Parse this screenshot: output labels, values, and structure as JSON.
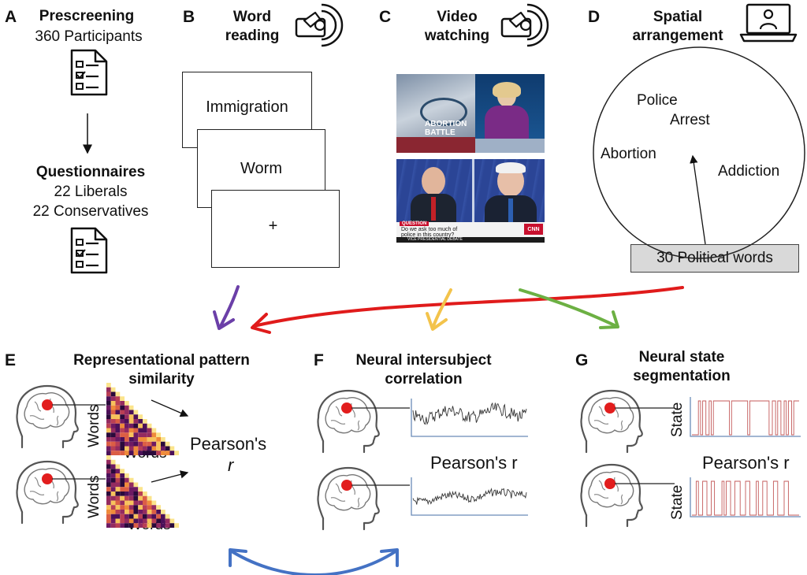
{
  "panels": {
    "a": {
      "letter": "A",
      "title": "Prescreening",
      "count": "360 Participants",
      "q_title": "Questionnaires",
      "q_line1": "22 Liberals",
      "q_line2": "22 Conservatives"
    },
    "b": {
      "letter": "B",
      "title_line1": "Word",
      "title_line2": "reading",
      "card1": "Immigration",
      "card2": "Worm",
      "card3": "+"
    },
    "c": {
      "letter": "C",
      "title_line1": "Video",
      "title_line2": "watching",
      "news_overlay1": "ABORTION",
      "news_overlay2": "BATTLE",
      "debate_question_label": "QUESTION",
      "debate_question_line1": "Do we ask too much of",
      "debate_question_line2": "police in this country?",
      "debate_bottom": "VICE PRESIDENTIAL DEBATE",
      "debate_network": "CNN"
    },
    "d": {
      "letter": "D",
      "title_line1": "Spatial",
      "title_line2": "arrangement",
      "words": [
        "Police",
        "Arrest",
        "Abortion",
        "Addiction"
      ],
      "box_label": "30 Political words"
    },
    "e": {
      "letter": "E",
      "title_line1": "Representational pattern",
      "title_line2": "similarity",
      "axis_y1": "Words",
      "axis_x1": "Words",
      "axis_y2": "Words",
      "axis_x2": "Words",
      "stat": "Pearson's",
      "stat_r": "r"
    },
    "f": {
      "letter": "F",
      "title_line1": "Neural intersubject",
      "title_line2": "correlation",
      "stat": "Pearson's r"
    },
    "g": {
      "letter": "G",
      "title_line1": "Neural state",
      "title_line2": "segmentation",
      "axis1": "State",
      "axis2": "State",
      "stat": "Pearson's r"
    }
  },
  "colors": {
    "purple": "#6b3fa8",
    "red": "#e01b1b",
    "yellow": "#f3c34b",
    "green": "#6cb043",
    "blue": "#4472c4",
    "brain_dot": "#e21d1d",
    "state_line": "#c45a5a"
  },
  "icons": [
    "checklist-icon",
    "mri-scanner-icon",
    "laptop-user-icon",
    "brain-head-icon"
  ]
}
